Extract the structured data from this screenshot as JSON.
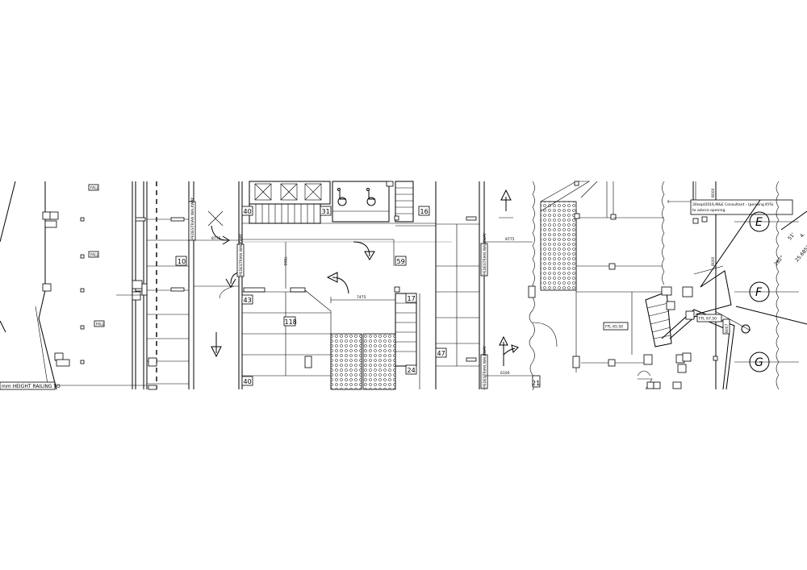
{
  "drawing": {
    "bay_numbers": {
      "b40a": "40",
      "b31": "31",
      "b16": "16",
      "b10": "10",
      "b59": "59",
      "b43": "43",
      "b17": "17",
      "b118": "118",
      "b47": "47",
      "b24": "24",
      "b40b": "40",
      "b21": "21"
    },
    "walkway_label": "PEDESTRIAN WALKWAY",
    "fall_label": "FALL",
    "dimensions": {
      "d7475": "7475",
      "d8775": "8775",
      "d7800": "7800",
      "d6100": "6100",
      "d8000a": "8000",
      "d8000b": "8000"
    },
    "ffl": {
      "ffl1": "FFL 65.50",
      "ffl2": "FFL 67.50",
      "ffl3": "8007"
    },
    "railing_note": "mm HEIGHT RAILING TO",
    "consultant_note": {
      "line1": "30sept2016,M&E Consultant - (pending KYS)",
      "line2": "to advice opening."
    },
    "grid_labels": {
      "E": "E",
      "F": "F",
      "G": "G"
    },
    "survey": {
      "angle1": "282°",
      "angle2": "51'",
      "dist": "25.6851",
      "extra": "4."
    }
  }
}
